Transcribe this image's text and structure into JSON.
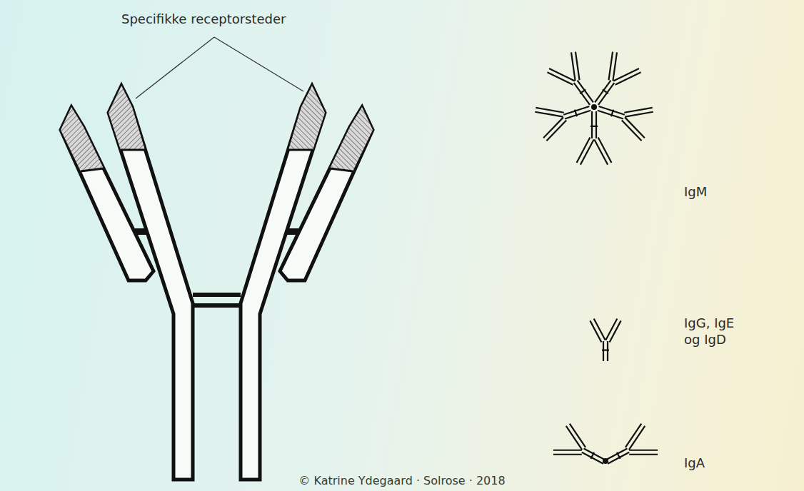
{
  "diagram": {
    "labels": [
      "Specifikke receptorsteder",
      "IgM",
      "IgG, IgE og IgD",
      "IgA",
      "© Katrine Ydegaard · Solrose · 2018"
    ]
  }
}
